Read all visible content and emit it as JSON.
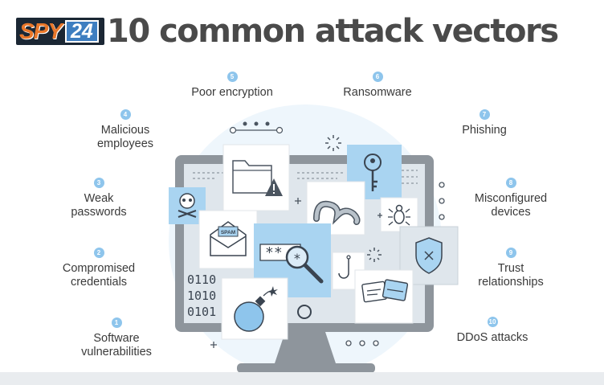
{
  "header": {
    "logo_spy": "SPY",
    "logo_num": "24",
    "title": "10 common attack vectors"
  },
  "vectors": [
    {
      "num": "1",
      "label": "Software\nvulnerabilities"
    },
    {
      "num": "2",
      "label": "Compromised\ncredentials"
    },
    {
      "num": "3",
      "label": "Weak\npasswords"
    },
    {
      "num": "4",
      "label": "Malicious\nemployees"
    },
    {
      "num": "5",
      "label": "Poor encryption"
    },
    {
      "num": "6",
      "label": "Ransomware"
    },
    {
      "num": "7",
      "label": "Phishing"
    },
    {
      "num": "8",
      "label": "Misconfigured\ndevices"
    },
    {
      "num": "9",
      "label": "Trust\nrelationships"
    },
    {
      "num": "10",
      "label": "DDoS attacks"
    }
  ],
  "illustration": {
    "spam_text": "SPAM",
    "binary_lines": [
      "0110",
      "1010",
      "0101"
    ],
    "password_mask": "**",
    "colors": {
      "accent_blue": "#8ec5ec",
      "tile_blue": "#a9d4f1",
      "monitor_gray": "#8a9199",
      "halo": "#eaf4fb"
    }
  }
}
